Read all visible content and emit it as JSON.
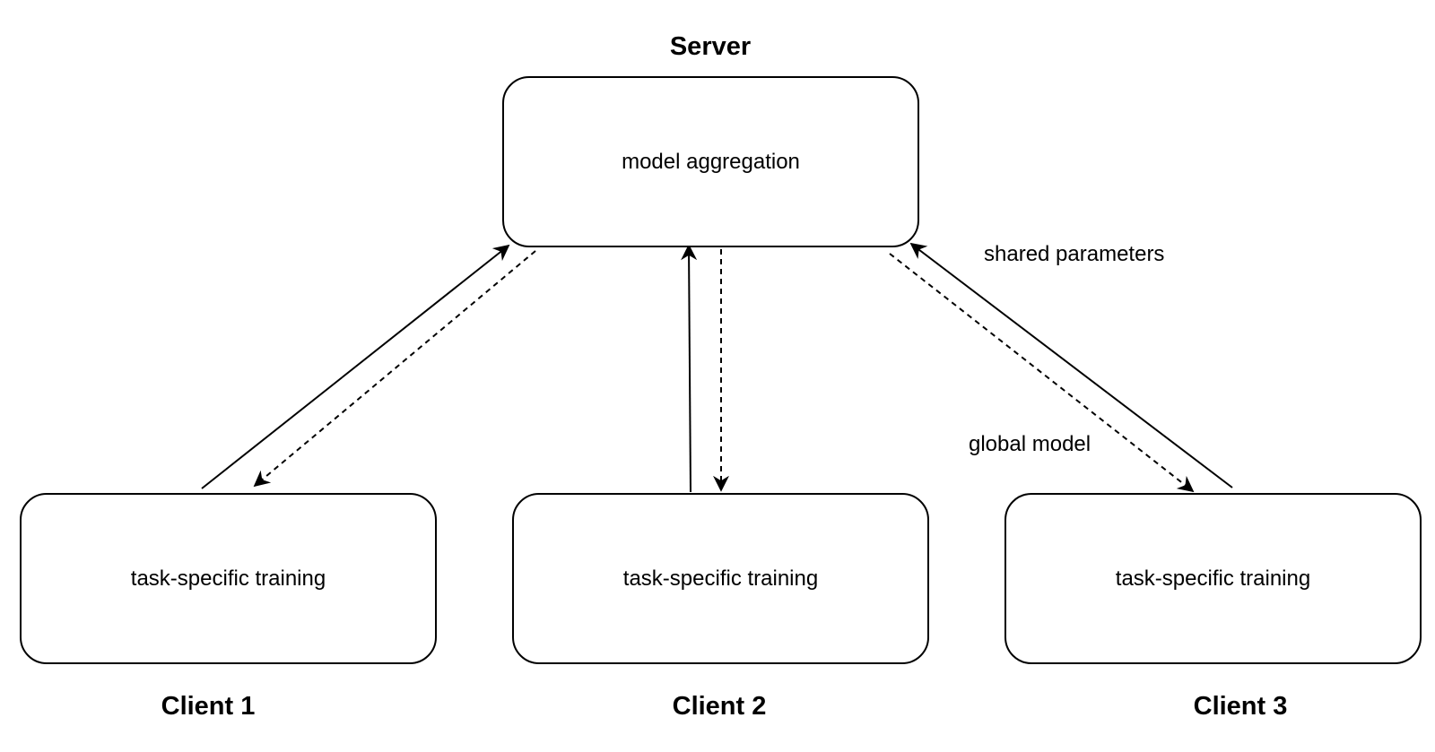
{
  "server": {
    "title": "Server",
    "box_label": "model aggregation"
  },
  "clients": [
    {
      "title": "Client 1",
      "box_label": "task-specific training"
    },
    {
      "title": "Client 2",
      "box_label": "task-specific training"
    },
    {
      "title": "Client 3",
      "box_label": "task-specific training"
    }
  ],
  "edge_labels": {
    "upload": "shared parameters",
    "download": "global model"
  },
  "legend_semantics": {
    "solid_arrow": "client to server",
    "dashed_arrow": "server to client"
  },
  "colors": {
    "stroke": "#000000",
    "background": "#ffffff"
  }
}
